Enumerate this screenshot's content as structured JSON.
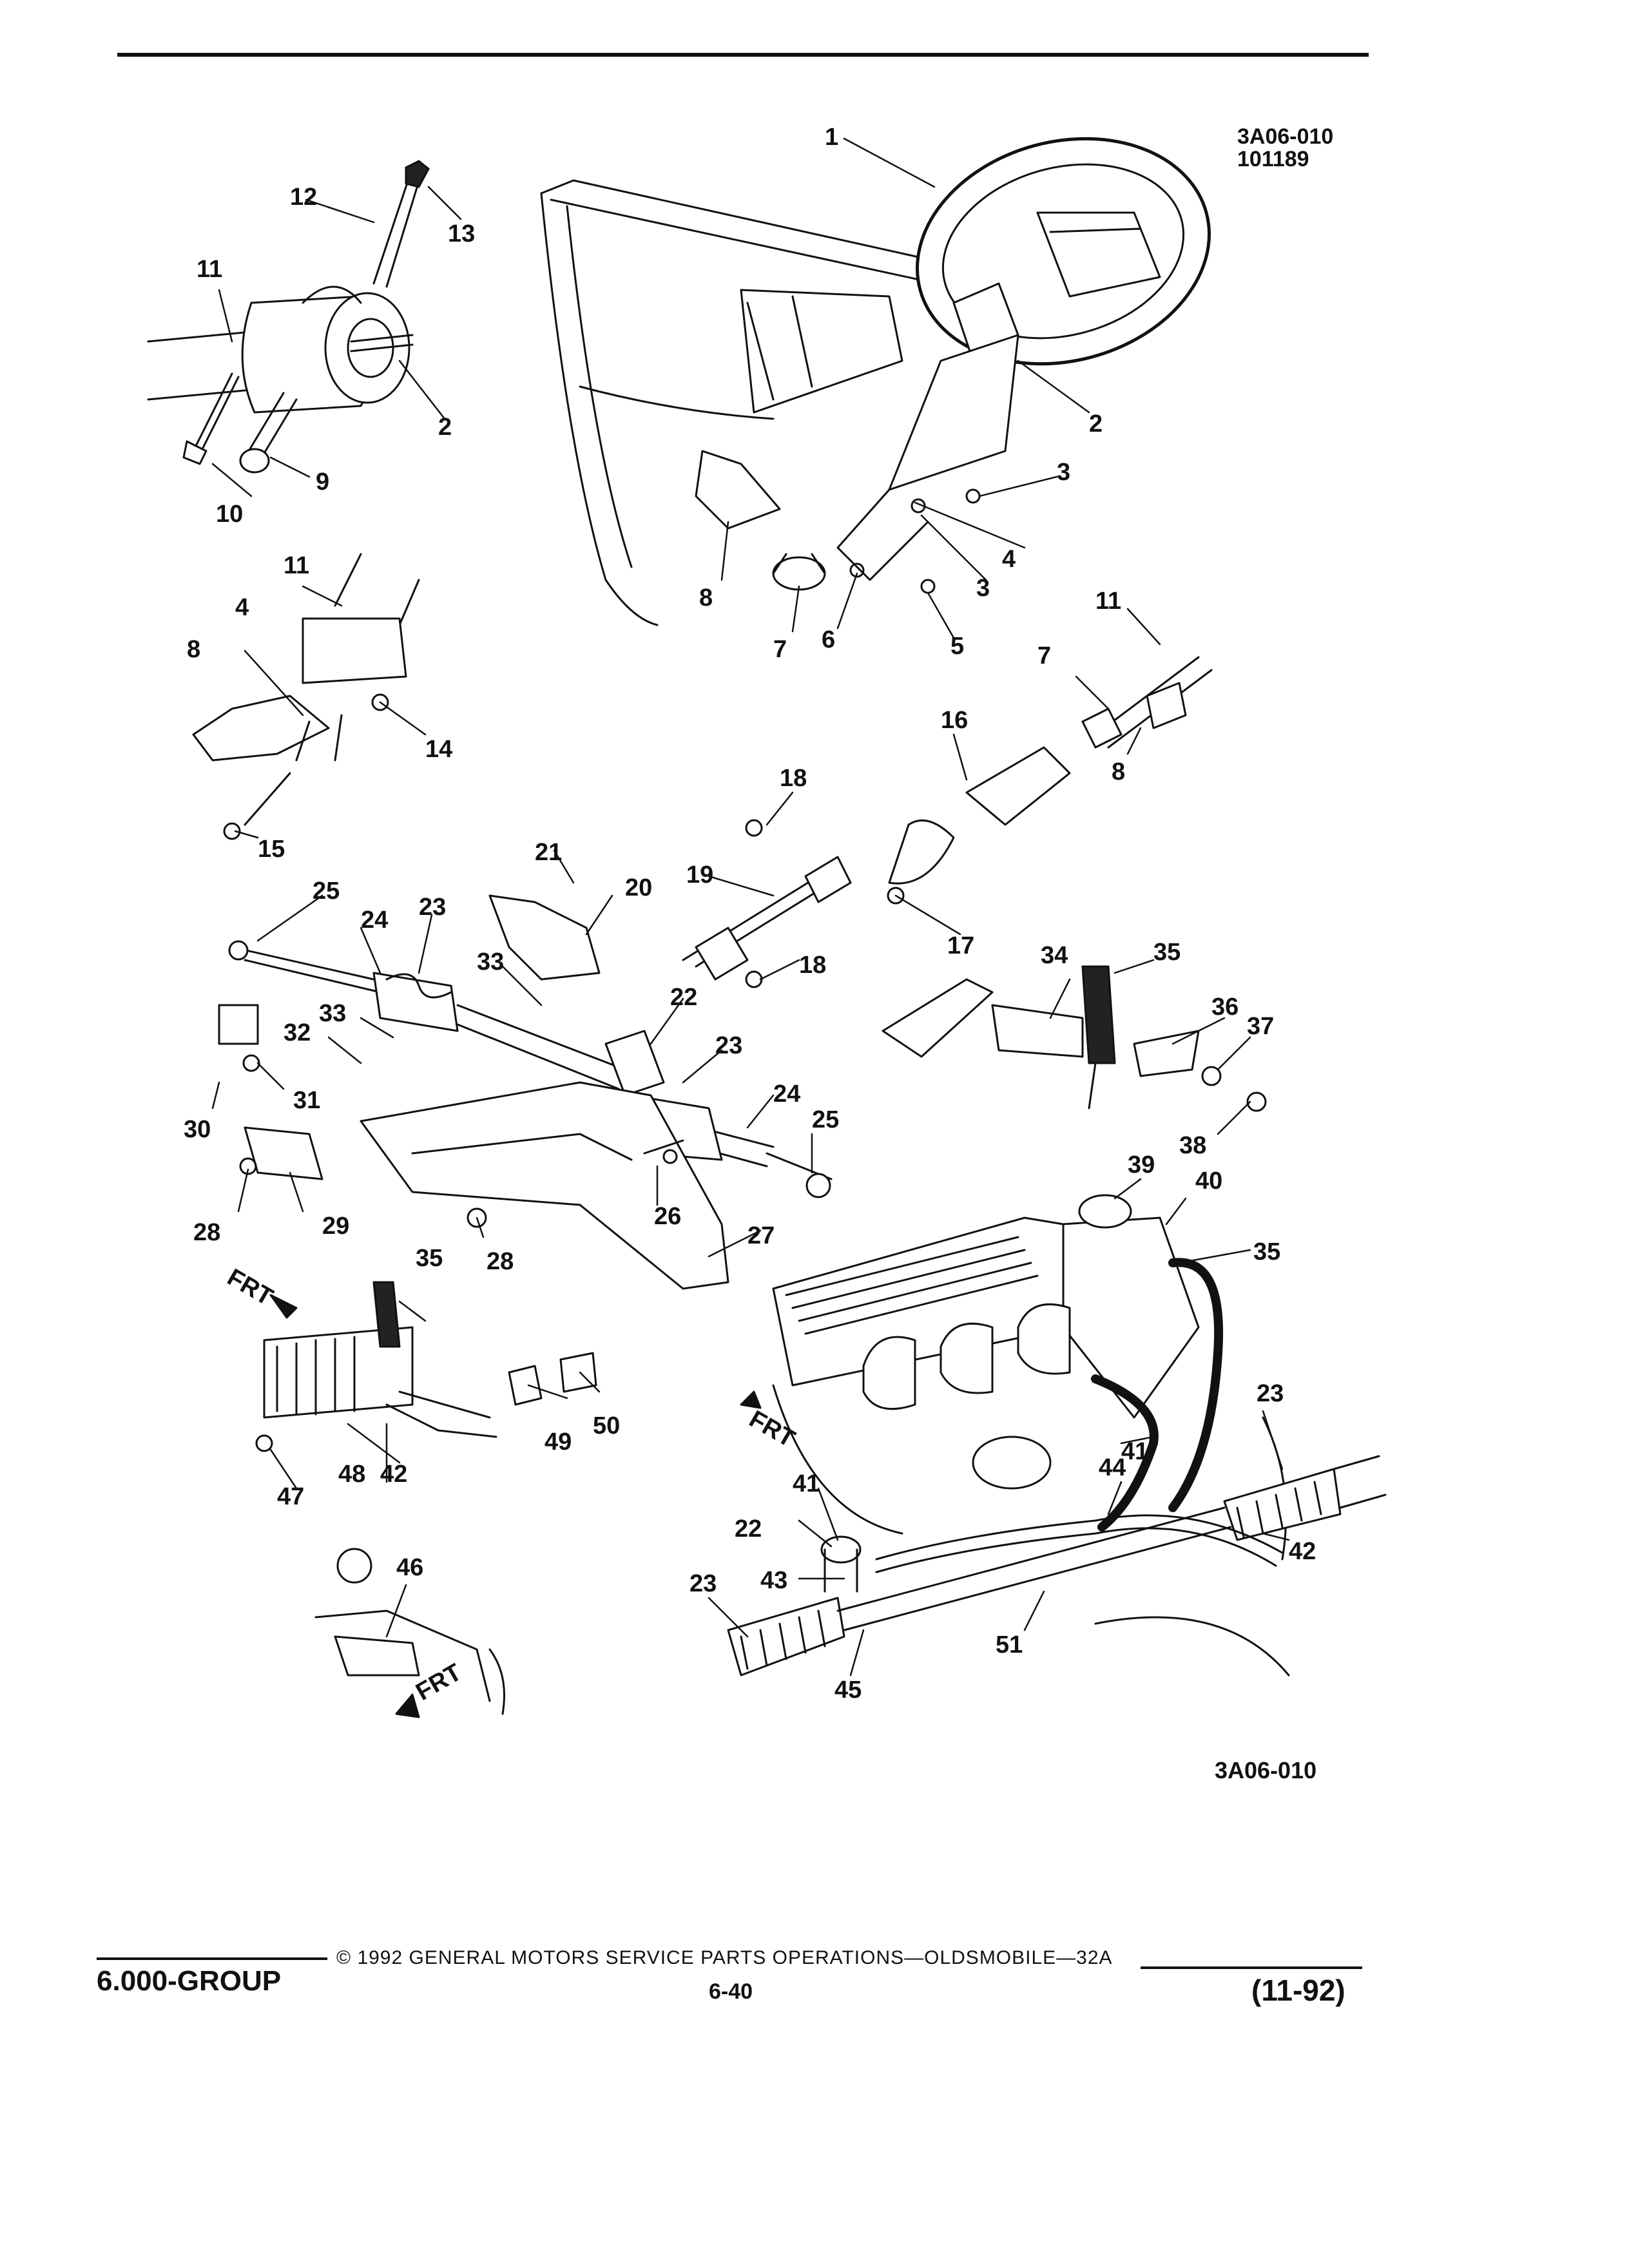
{
  "header": {
    "ref_code": "3A06-010",
    "ref_date": "101189"
  },
  "diagram": {
    "bottom_ref": "3A06-010",
    "frt_label": "FRT",
    "callouts": [
      {
        "id": "c1",
        "text": "1"
      },
      {
        "id": "c2a",
        "text": "2"
      },
      {
        "id": "c2b",
        "text": "2"
      },
      {
        "id": "c3a",
        "text": "3"
      },
      {
        "id": "c3b",
        "text": "3"
      },
      {
        "id": "c4a",
        "text": "4"
      },
      {
        "id": "c4b",
        "text": "4"
      },
      {
        "id": "c5",
        "text": "5"
      },
      {
        "id": "c6",
        "text": "6"
      },
      {
        "id": "c7a",
        "text": "7"
      },
      {
        "id": "c7b",
        "text": "7"
      },
      {
        "id": "c8a",
        "text": "8"
      },
      {
        "id": "c8b",
        "text": "8"
      },
      {
        "id": "c8c",
        "text": "8"
      },
      {
        "id": "c9",
        "text": "9"
      },
      {
        "id": "c10",
        "text": "10"
      },
      {
        "id": "c11a",
        "text": "11"
      },
      {
        "id": "c11b",
        "text": "11"
      },
      {
        "id": "c11c",
        "text": "11"
      },
      {
        "id": "c12",
        "text": "12"
      },
      {
        "id": "c13",
        "text": "13"
      },
      {
        "id": "c14",
        "text": "14"
      },
      {
        "id": "c15",
        "text": "15"
      },
      {
        "id": "c16",
        "text": "16"
      },
      {
        "id": "c17",
        "text": "17"
      },
      {
        "id": "c18a",
        "text": "18"
      },
      {
        "id": "c18b",
        "text": "18"
      },
      {
        "id": "c19",
        "text": "19"
      },
      {
        "id": "c20",
        "text": "20"
      },
      {
        "id": "c21",
        "text": "21"
      },
      {
        "id": "c22a",
        "text": "22"
      },
      {
        "id": "c22b",
        "text": "22"
      },
      {
        "id": "c23a",
        "text": "23"
      },
      {
        "id": "c23b",
        "text": "23"
      },
      {
        "id": "c23c",
        "text": "23"
      },
      {
        "id": "c23d",
        "text": "23"
      },
      {
        "id": "c24a",
        "text": "24"
      },
      {
        "id": "c24b",
        "text": "24"
      },
      {
        "id": "c25a",
        "text": "25"
      },
      {
        "id": "c25b",
        "text": "25"
      },
      {
        "id": "c26",
        "text": "26"
      },
      {
        "id": "c27",
        "text": "27"
      },
      {
        "id": "c28a",
        "text": "28"
      },
      {
        "id": "c28b",
        "text": "28"
      },
      {
        "id": "c29",
        "text": "29"
      },
      {
        "id": "c30",
        "text": "30"
      },
      {
        "id": "c31",
        "text": "31"
      },
      {
        "id": "c32",
        "text": "32"
      },
      {
        "id": "c33a",
        "text": "33"
      },
      {
        "id": "c33b",
        "text": "33"
      },
      {
        "id": "c34",
        "text": "34"
      },
      {
        "id": "c35a",
        "text": "35"
      },
      {
        "id": "c35b",
        "text": "35"
      },
      {
        "id": "c35c",
        "text": "35"
      },
      {
        "id": "c36",
        "text": "36"
      },
      {
        "id": "c37",
        "text": "37"
      },
      {
        "id": "c38",
        "text": "38"
      },
      {
        "id": "c39",
        "text": "39"
      },
      {
        "id": "c40",
        "text": "40"
      },
      {
        "id": "c41a",
        "text": "41"
      },
      {
        "id": "c41b",
        "text": "41"
      },
      {
        "id": "c42a",
        "text": "42"
      },
      {
        "id": "c42b",
        "text": "42"
      },
      {
        "id": "c43",
        "text": "43"
      },
      {
        "id": "c44",
        "text": "44"
      },
      {
        "id": "c45",
        "text": "45"
      },
      {
        "id": "c46",
        "text": "46"
      },
      {
        "id": "c47",
        "text": "47"
      },
      {
        "id": "c48",
        "text": "48"
      },
      {
        "id": "c49",
        "text": "49"
      },
      {
        "id": "c50",
        "text": "50"
      },
      {
        "id": "c51",
        "text": "51"
      }
    ]
  },
  "footer": {
    "copyright": "© 1992 GENERAL MOTORS SERVICE PARTS OPERATIONS—OLDSMOBILE—32A",
    "group": "6.000-GROUP",
    "page": "6-40",
    "date": "(11-92)"
  }
}
